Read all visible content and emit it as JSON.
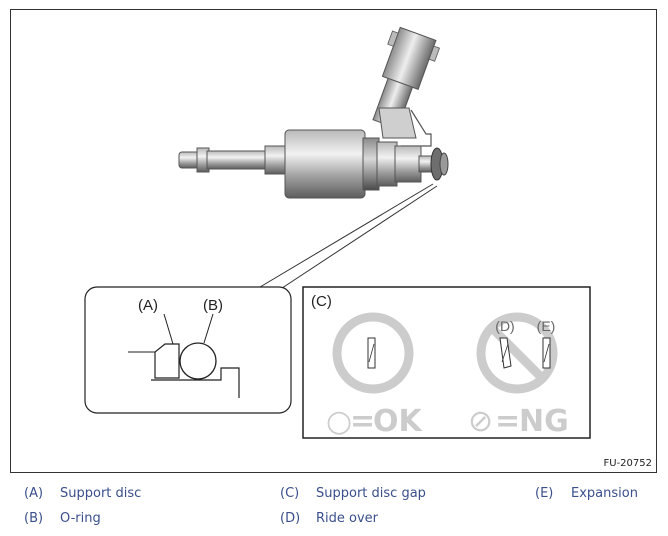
{
  "figure": {
    "id_label": "FU-20752",
    "callouts": {
      "a": "(A)",
      "b": "(B)",
      "c": "(C)",
      "d": "(D)",
      "e": "(E)"
    },
    "ok_text": "OK",
    "ng_text": "NG",
    "ok_mark": "○",
    "ng_mark": "⊘",
    "equals": "="
  },
  "legend": [
    {
      "letter": "(A)",
      "text": "Support disc"
    },
    {
      "letter": "(B)",
      "text": "O-ring"
    },
    {
      "letter": "(C)",
      "text": "Support disc gap"
    },
    {
      "letter": "(D)",
      "text": "Ride over"
    },
    {
      "letter": "(E)",
      "text": "Expansion"
    }
  ]
}
